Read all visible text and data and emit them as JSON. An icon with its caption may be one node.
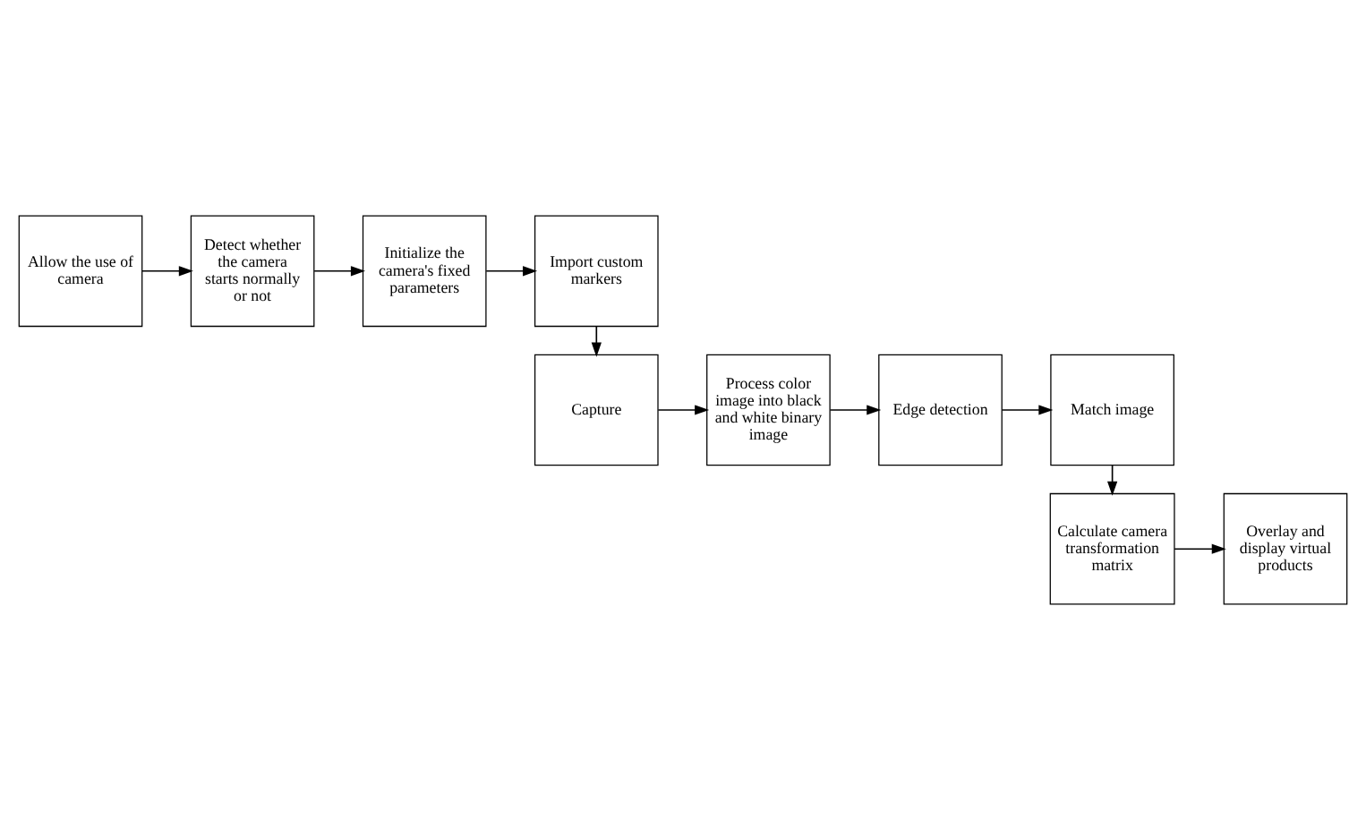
{
  "diagram": {
    "nodes": [
      {
        "text": [
          "Allow the use of camera"
        ]
      },
      {
        "text": [
          "Detect whether the camera starts normally or not"
        ]
      },
      {
        "text": [
          "Initialize the camera's fixed parameters"
        ]
      },
      {
        "text": [
          "Import custom markers"
        ]
      },
      {
        "text": [
          "Capture"
        ]
      },
      {
        "text": [
          "Process color image into black and white binary image"
        ]
      },
      {
        "text": [
          "Edge detection"
        ]
      },
      {
        "text": [
          "Match image"
        ]
      },
      {
        "text": [
          "Calculate camera transformation matrix"
        ]
      },
      {
        "text": [
          "Overlay and display virtual products"
        ]
      }
    ],
    "edges": [
      {
        "from": 0,
        "to": 1,
        "arrow": "to"
      },
      {
        "from": 1,
        "to": 2,
        "arrow": "to"
      },
      {
        "from": 2,
        "to": 3,
        "arrow": "to"
      },
      {
        "from": 3,
        "to": 4,
        "arrow": "to"
      },
      {
        "from": 4,
        "to": 5,
        "arrow": "to"
      },
      {
        "from": 5,
        "to": 6,
        "arrow": "to"
      },
      {
        "from": 6,
        "to": 7,
        "arrow": "to"
      },
      {
        "from": 7,
        "to": 8,
        "arrow": "to"
      },
      {
        "from": 8,
        "to": 9,
        "arrow": "to"
      }
    ]
  }
}
